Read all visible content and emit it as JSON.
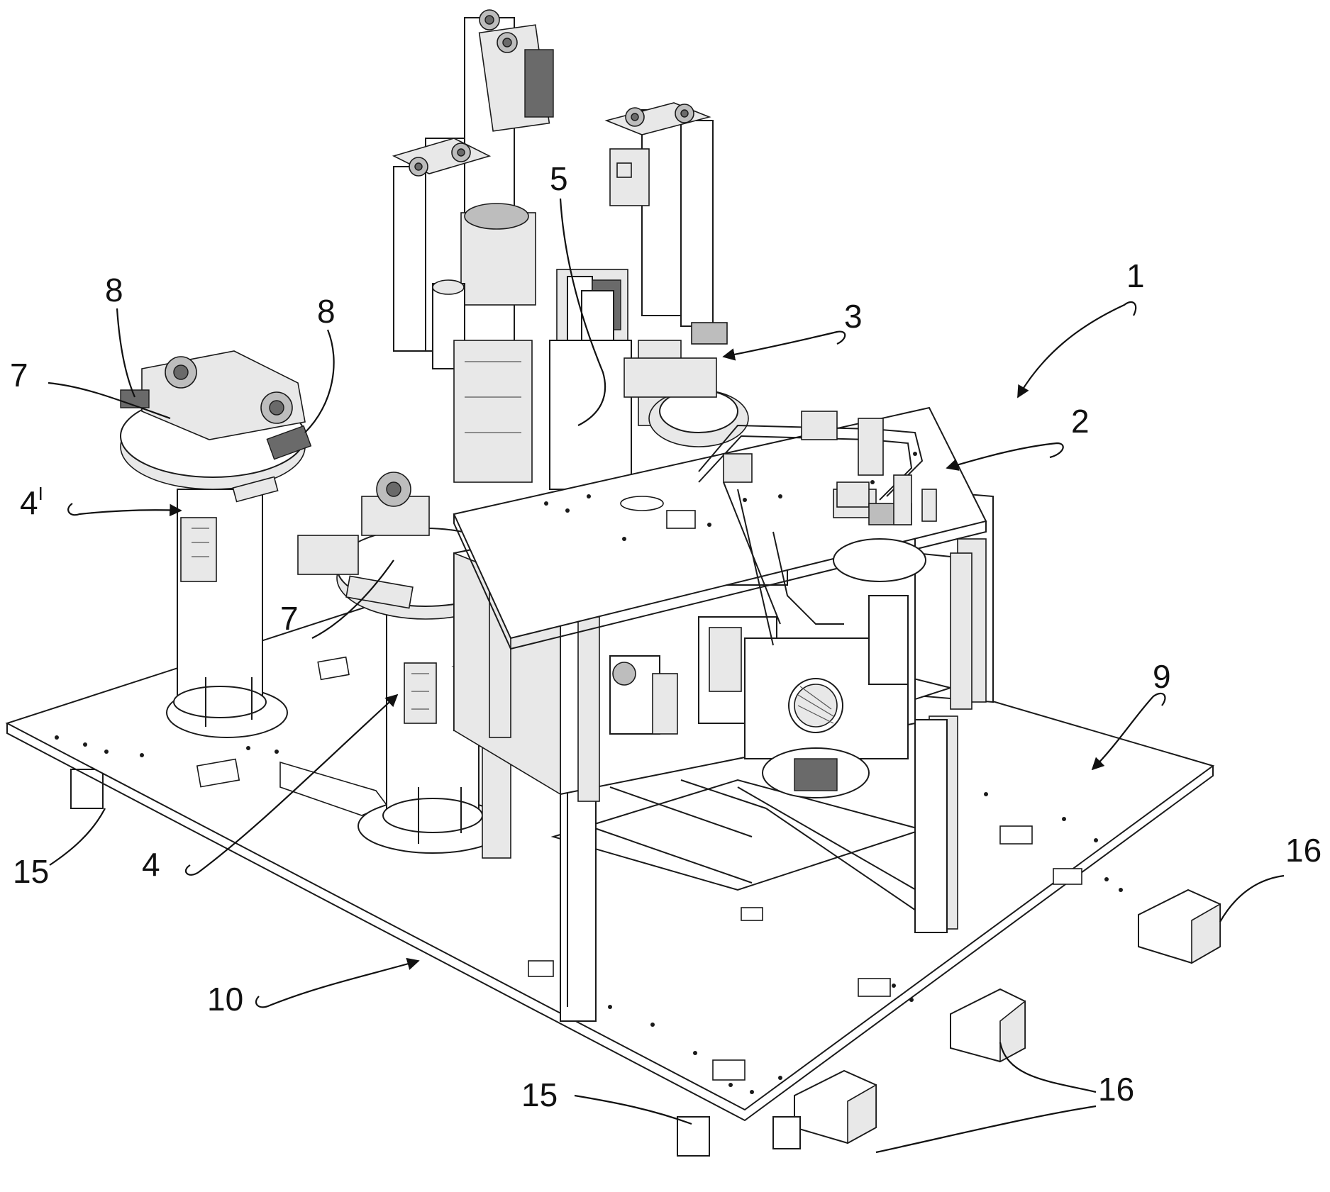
{
  "labels": {
    "l1": "1",
    "l2": "2",
    "l3": "3",
    "l4": "4",
    "l4p_main": "4",
    "l4p_sup": "I",
    "l5": "5",
    "l7_left": "7",
    "l7_center": "7",
    "l8_left": "8",
    "l8_right": "8",
    "l9": "9",
    "l10": "10",
    "l15_left": "15",
    "l15_bottom": "15",
    "l16_right": "16",
    "l16_mid": "16"
  },
  "colors": {
    "line": "#1a1a1a",
    "background": "#ffffff"
  }
}
